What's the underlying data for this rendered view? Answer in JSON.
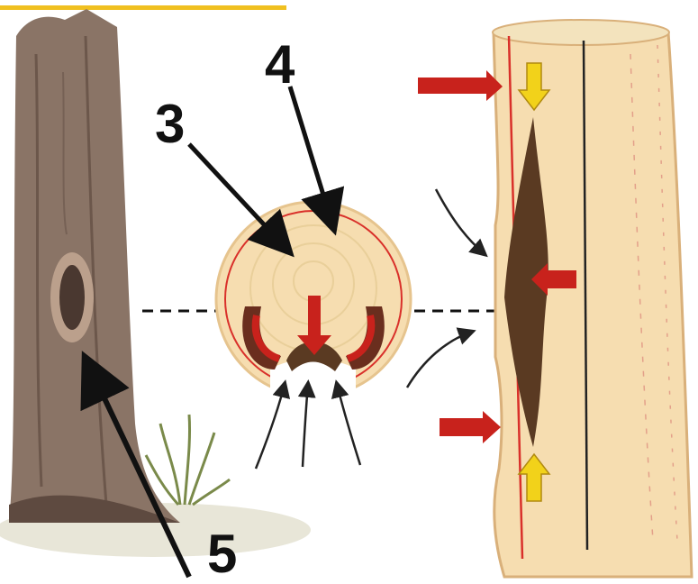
{
  "labels": {
    "three": "3",
    "four": "4",
    "five": "5"
  },
  "colors": {
    "trunk": "#8a7466",
    "trunk_dark": "#5e4a40",
    "wood": "#f6ddb0",
    "wood_edge": "#e6c48e",
    "bark_line": "#d9302a",
    "arrow_red": "#c8221c",
    "arrow_yellow": "#f2d21a",
    "rot": "#5a3a22",
    "top_bar": "#f0c020",
    "grass": "#7a8a4a"
  },
  "icons": [
    "tree-trunk-illustration",
    "wood-cross-section",
    "split-log-illustration"
  ]
}
